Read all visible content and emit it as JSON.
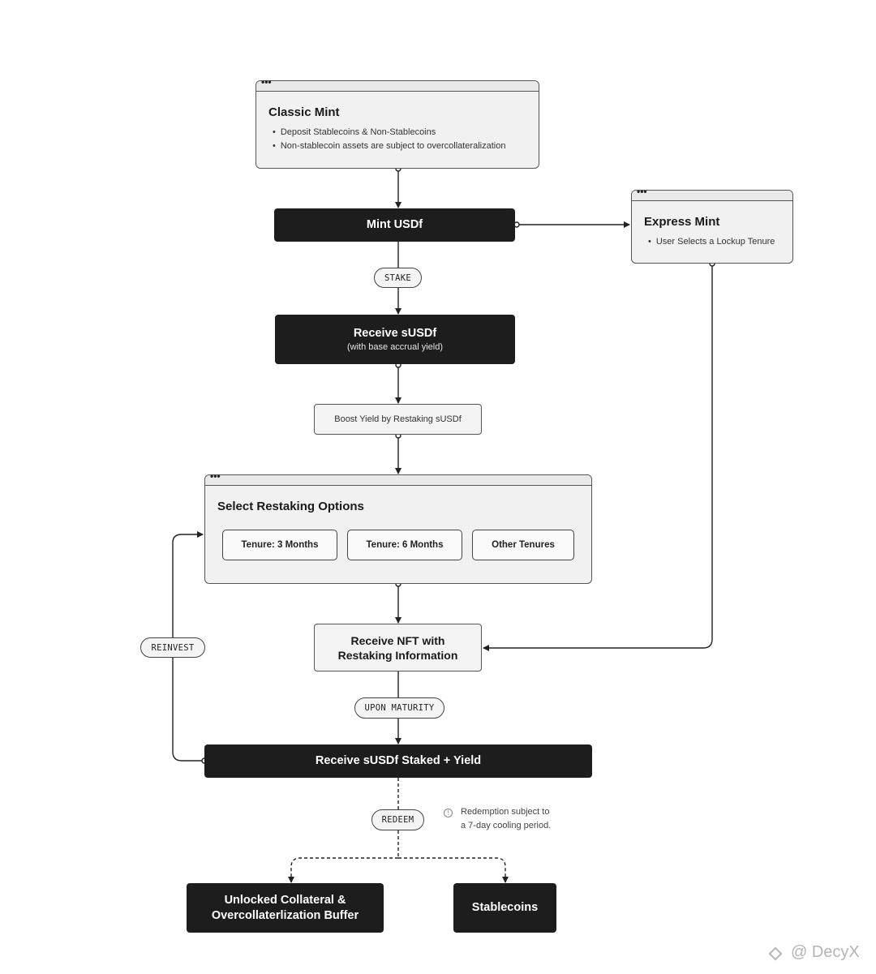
{
  "classic_mint": {
    "title": "Classic Mint",
    "bullets": [
      "Deposit Stablecoins & Non-Stablecoins",
      "Non-stablecoin assets are subject to overcollateralization"
    ]
  },
  "express_mint": {
    "title": "Express Mint",
    "bullets": [
      "User Selects a Lockup Tenure"
    ]
  },
  "mint_usdf": "Mint USDf",
  "stake_label": "STAKE",
  "receive_susdf": {
    "title": "Receive sUSDf",
    "subtitle": "(with base accrual yield)"
  },
  "boost_yield": "Boost Yield by Restaking sUSDf",
  "restaking_options": {
    "title": "Select Restaking Options",
    "options": [
      "Tenure: 3 Months",
      "Tenure: 6 Months",
      "Other Tenures"
    ]
  },
  "receive_nft": {
    "line1": "Receive NFT with",
    "line2": "Restaking Information"
  },
  "reinvest_label": "REINVEST",
  "maturity_label": "UPON MATURITY",
  "receive_staked": "Receive sUSDf Staked + Yield",
  "redeem_label": "REDEEM",
  "redeem_note": {
    "line1": "Redemption subject to",
    "line2": "a 7-day cooling period."
  },
  "unlocked_collateral": {
    "line1": "Unlocked Collateral &",
    "line2": "Overcollaterlization Buffer"
  },
  "stablecoins": "Stablecoins",
  "watermark": "@ DecyX"
}
